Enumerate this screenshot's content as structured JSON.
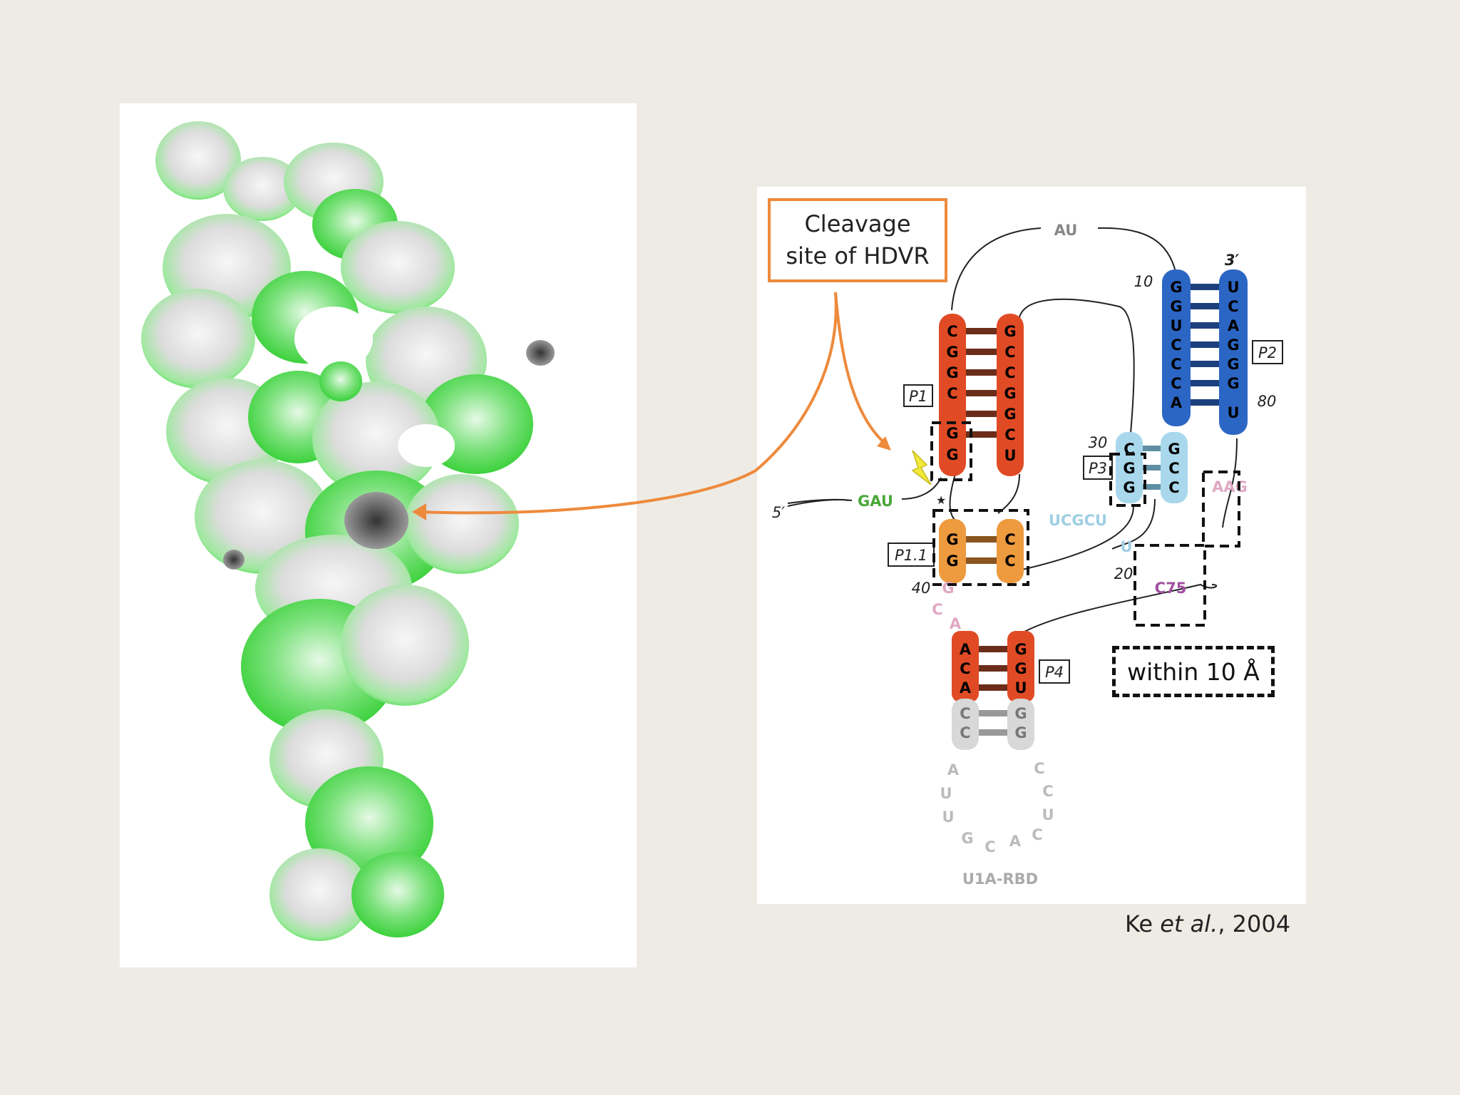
{
  "callout": {
    "line1": "Cleavage",
    "line2": "site of HDVR"
  },
  "proximity_box": {
    "label": "within 10 Å"
  },
  "citation": {
    "author": "Ke",
    "etal": "et al.",
    "suffix": ", 2004"
  },
  "diagram": {
    "ends": {
      "five_prime": "5′",
      "three_prime": "3′"
    },
    "stems": {
      "P1": {
        "label": "P1",
        "left": [
          "C",
          "G",
          "G",
          "C",
          "G",
          "G"
        ],
        "right": [
          "G",
          "C",
          "C",
          "G",
          "G",
          "C",
          "U"
        ]
      },
      "P1_1": {
        "label": "P1.1",
        "left": [
          "G",
          "G"
        ],
        "right": [
          "C",
          "C"
        ]
      },
      "P2": {
        "label": "P2",
        "left": [
          "G",
          "G",
          "U",
          "C",
          "C",
          "C",
          "A"
        ],
        "right": [
          "U",
          "C",
          "A",
          "G",
          "G",
          "G",
          "U"
        ]
      },
      "P3": {
        "label": "P3",
        "left": [
          "C",
          "G",
          "G"
        ],
        "right": [
          "G",
          "C",
          "C"
        ]
      },
      "P4": {
        "label": "P4",
        "left": [
          "A",
          "C",
          "A",
          "C",
          "C"
        ],
        "right": [
          "G",
          "G",
          "U",
          "G",
          "G"
        ]
      }
    },
    "loops": {
      "top": "AU",
      "leader": "GAU",
      "j": "UCGCU",
      "j_u": "U",
      "l": "AAG",
      "c75": "C75",
      "gca": [
        "G",
        "C",
        "A"
      ],
      "u1a": [
        "A",
        "U",
        "U",
        "G",
        "C",
        "A",
        "C",
        "U",
        "C",
        "C"
      ],
      "u1a_label": "U1A-RBD"
    },
    "numbers": {
      "n10": "10",
      "n30": "30",
      "n20": "20",
      "n40": "40",
      "n80": "80"
    },
    "colors": {
      "P1": "#e04b25",
      "P1_1": "#ee9a3e",
      "P2": "#2c66c4",
      "P3": "#a9d8ec",
      "P4": "#e04b25",
      "arrow": "#ed8a3c",
      "surface_green": "#3ddb3d"
    }
  }
}
